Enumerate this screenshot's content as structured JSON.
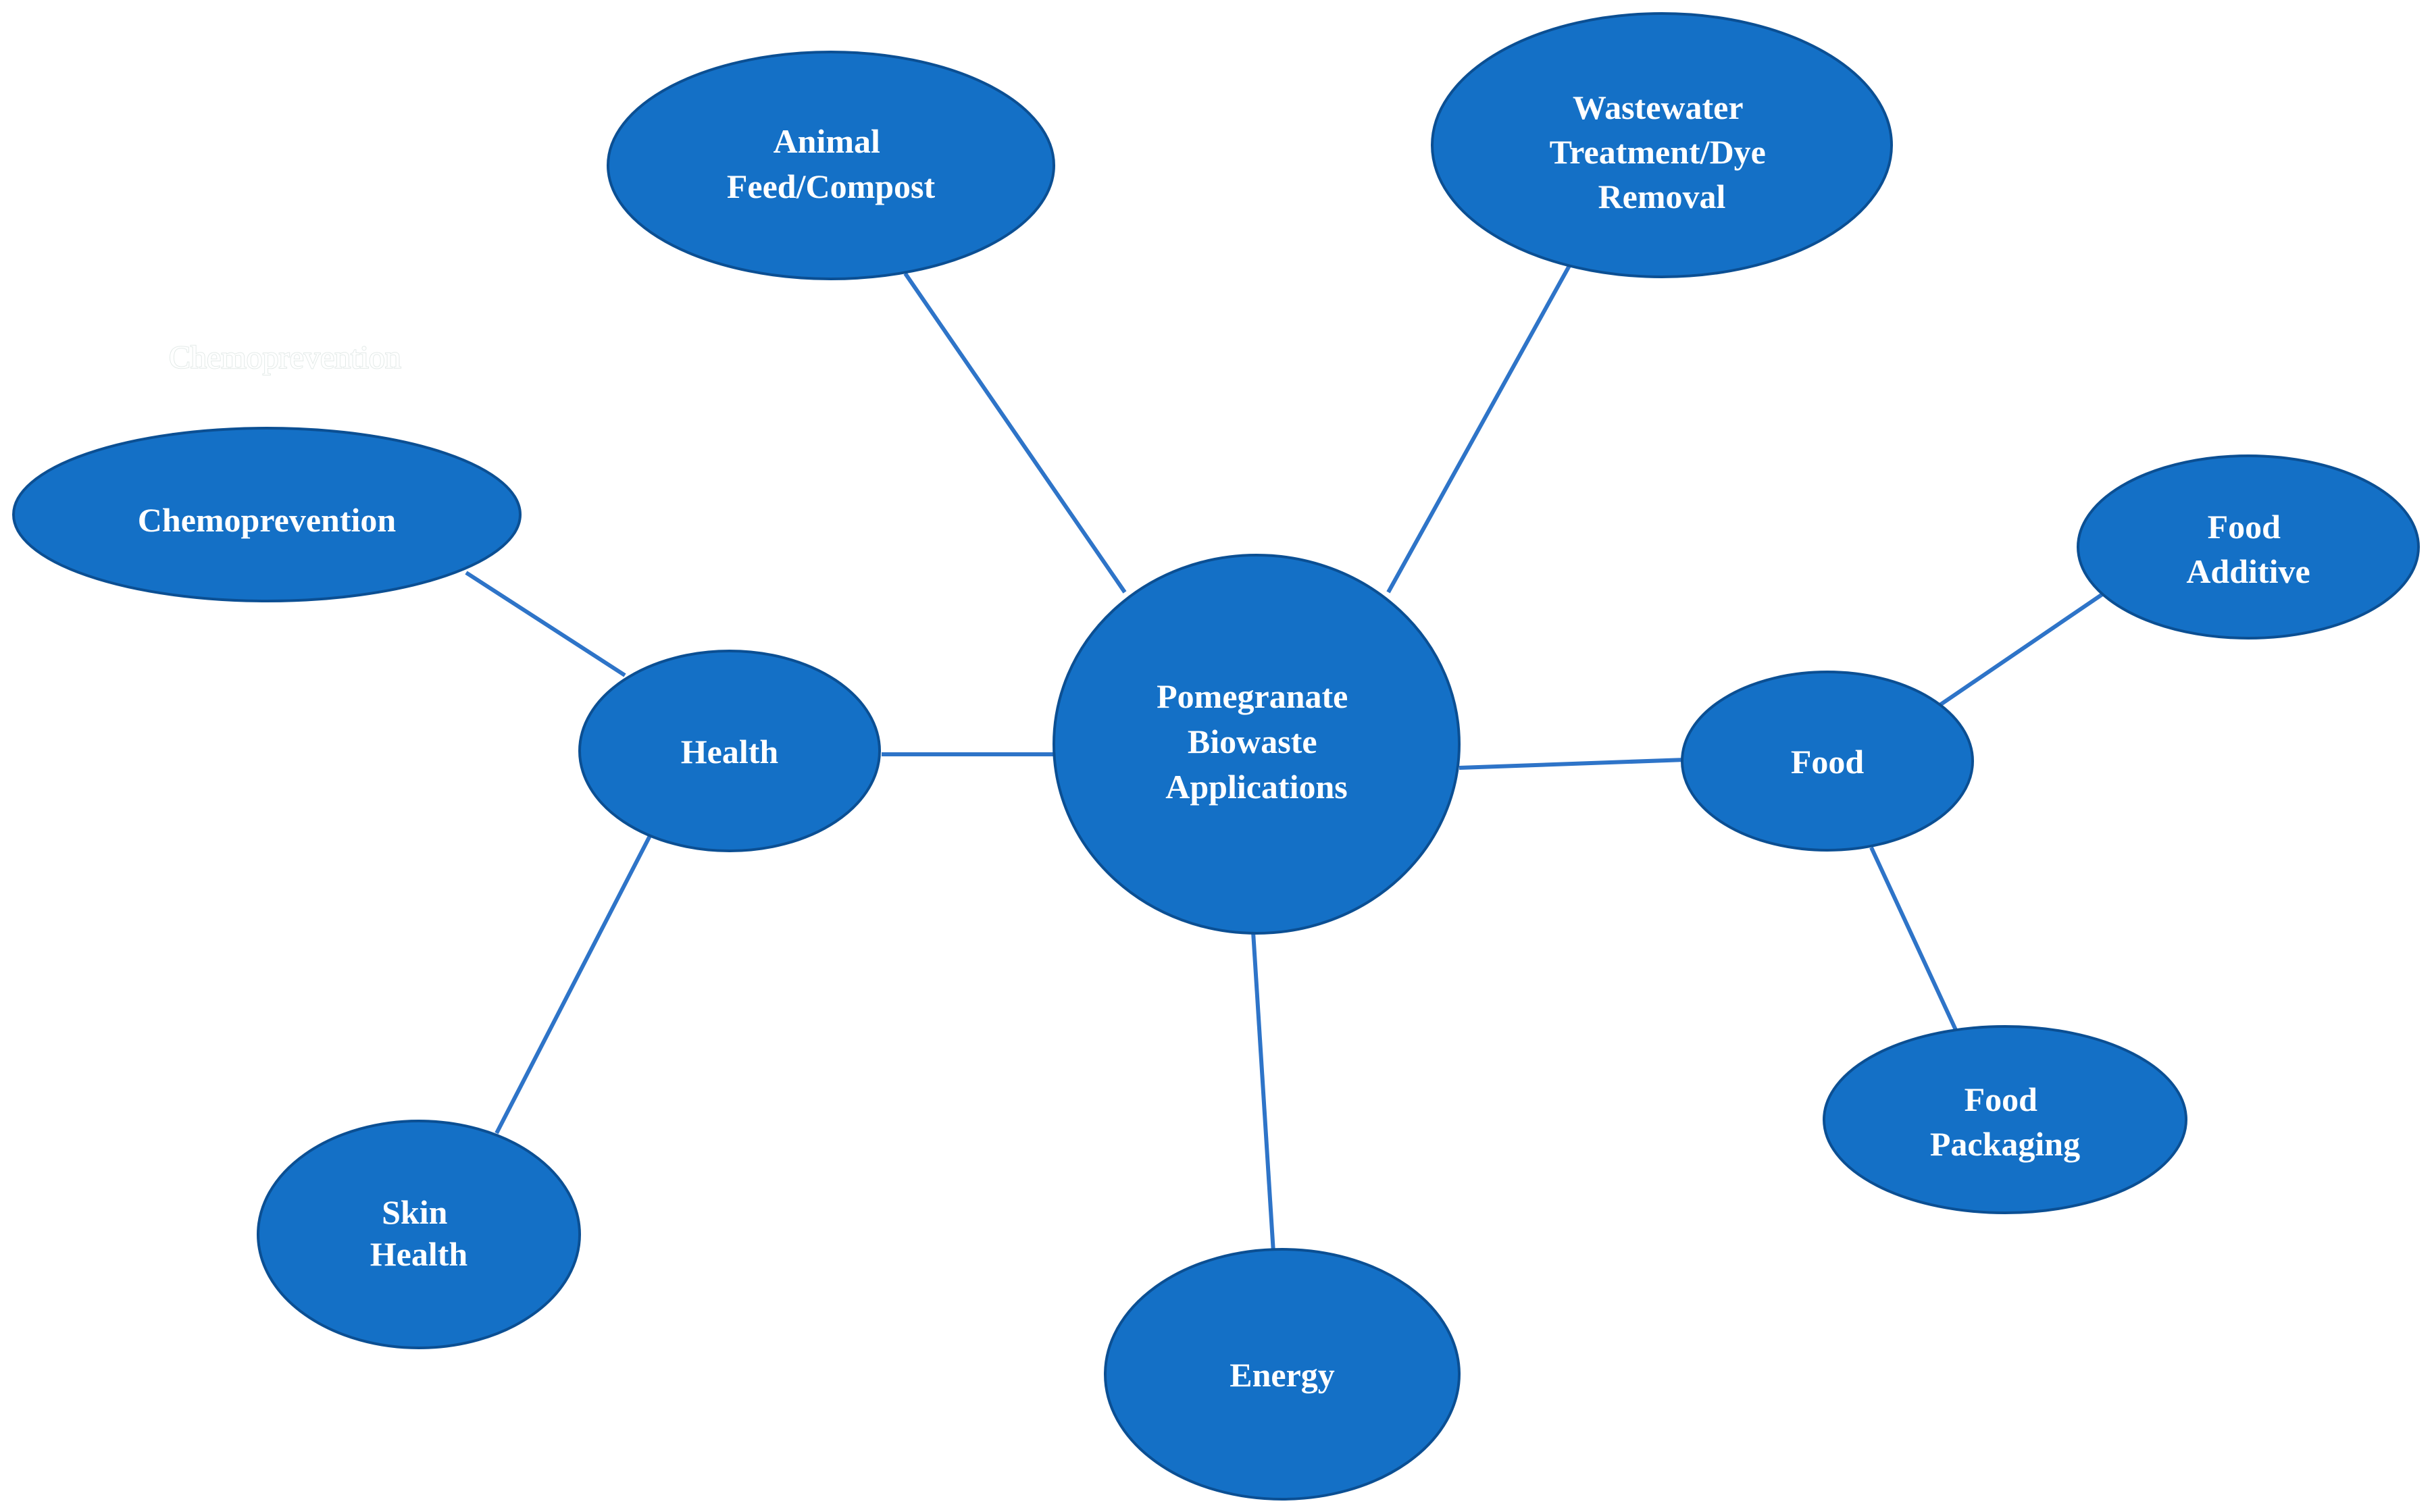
{
  "diagram": {
    "type": "mind-map",
    "colors": {
      "node_fill": "#1470C6",
      "node_outline": "#0B4F93",
      "edge": "#2E74C8",
      "label_text": "#FFFFFF",
      "background": "#FFFFFF"
    },
    "faded_label": "Chemoprevention",
    "nodes": {
      "center": {
        "lines": [
          "Pomegranate",
          "Biowaste",
          "Applications"
        ]
      },
      "animal_feed": {
        "lines": [
          "Animal",
          "Feed/Compost"
        ]
      },
      "wastewater": {
        "lines": [
          "Wastewater",
          "Treatment/Dye",
          "Removal"
        ]
      },
      "health": {
        "lines": [
          "Health"
        ]
      },
      "chemoprevention": {
        "lines": [
          "Chemoprevention"
        ]
      },
      "skin_health": {
        "lines": [
          "Skin",
          "Health"
        ]
      },
      "energy": {
        "lines": [
          "Energy"
        ]
      },
      "food": {
        "lines": [
          "Food"
        ]
      },
      "food_additive": {
        "lines": [
          "Food",
          "Additive"
        ]
      },
      "food_packaging": {
        "lines": [
          "Food",
          "Packaging"
        ]
      }
    },
    "edges": [
      {
        "from": "center",
        "to": "animal_feed"
      },
      {
        "from": "center",
        "to": "wastewater"
      },
      {
        "from": "center",
        "to": "health"
      },
      {
        "from": "center",
        "to": "food"
      },
      {
        "from": "center",
        "to": "energy"
      },
      {
        "from": "health",
        "to": "chemoprevention"
      },
      {
        "from": "health",
        "to": "skin_health"
      },
      {
        "from": "food",
        "to": "food_additive"
      },
      {
        "from": "food",
        "to": "food_packaging"
      }
    ]
  }
}
